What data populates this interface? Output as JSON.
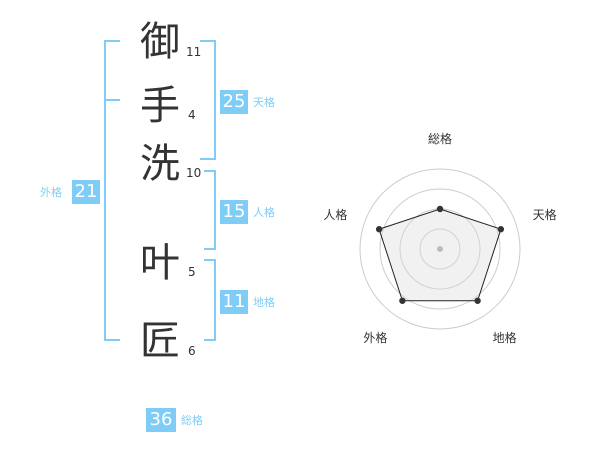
{
  "name": {
    "chars": [
      {
        "char": "御",
        "strokes": "11"
      },
      {
        "char": "手",
        "strokes": "4"
      },
      {
        "char": "洗",
        "strokes": "10"
      },
      {
        "char": "叶",
        "strokes": "5"
      },
      {
        "char": "匠",
        "strokes": "6"
      }
    ]
  },
  "kakusu": {
    "tenkaku": {
      "value": "25",
      "label": "天格"
    },
    "jinkaku": {
      "value": "15",
      "label": "人格"
    },
    "chikaku": {
      "value": "11",
      "label": "地格"
    },
    "gaikaku": {
      "value": "21",
      "label": "外格"
    },
    "soukaku": {
      "value": "36",
      "label": "総格"
    }
  },
  "colors": {
    "accent": "#7fcdf7",
    "text": "#333333",
    "grid": "#cccccc"
  },
  "chart_data": {
    "type": "radar",
    "axes": [
      "総格",
      "天格",
      "地格",
      "外格",
      "人格"
    ],
    "values": [
      0.5,
      0.8,
      0.8,
      0.8,
      0.8
    ],
    "range": [
      0,
      1
    ],
    "rings": 4
  }
}
